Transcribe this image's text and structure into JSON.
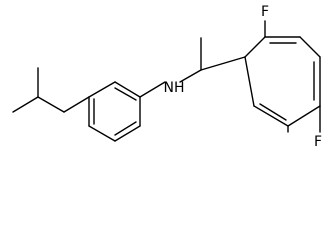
{
  "molecule": {
    "atom_labels": {
      "nh": "NH",
      "fluorine_top": "F",
      "fluorine_bottom": "F"
    },
    "colors": {
      "bond": "#000000",
      "text": "#000000",
      "background": "#ffffff"
    }
  }
}
